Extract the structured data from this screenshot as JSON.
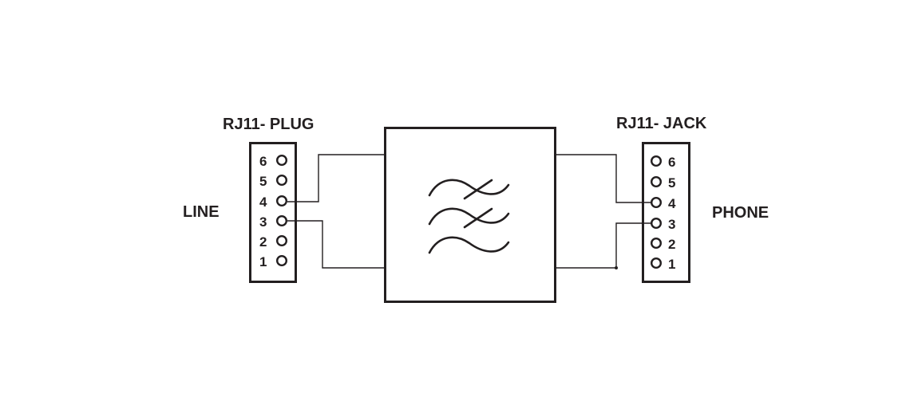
{
  "plug": {
    "title": "RJ11- PLUG",
    "side_label": "LINE",
    "pins": [
      "6",
      "5",
      "4",
      "3",
      "2",
      "1"
    ]
  },
  "jack": {
    "title": "RJ11- JACK",
    "side_label": "PHONE",
    "pins": [
      "6",
      "5",
      "4",
      "3",
      "2",
      "1"
    ]
  },
  "colors": {
    "ink": "#231f20",
    "background": "#ffffff"
  }
}
